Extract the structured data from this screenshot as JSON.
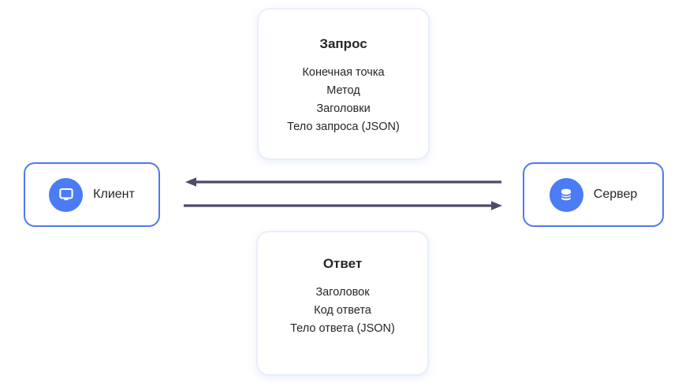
{
  "diagram": {
    "request_card": {
      "title": "Запрос",
      "items": [
        "Конечная точка",
        "Метод",
        "Заголовки",
        "Тело запроса (JSON)"
      ]
    },
    "response_card": {
      "title": "Ответ",
      "items": [
        "Заголовок",
        "Код ответа",
        "Тело ответа (JSON)"
      ]
    },
    "client": {
      "label": "Клиент",
      "icon": "monitor-icon"
    },
    "server": {
      "label": "Сервер",
      "icon": "database-icon"
    },
    "arrows": [
      {
        "name": "arrow-server-to-client",
        "direction": "left"
      },
      {
        "name": "arrow-client-to-server",
        "direction": "right"
      }
    ],
    "colors": {
      "accent_blue": "#4b7bf5",
      "node_border_blue": "#5079f0",
      "arrow": "#4e4a68",
      "card_border": "#e9eefc",
      "text": "#262626"
    }
  }
}
